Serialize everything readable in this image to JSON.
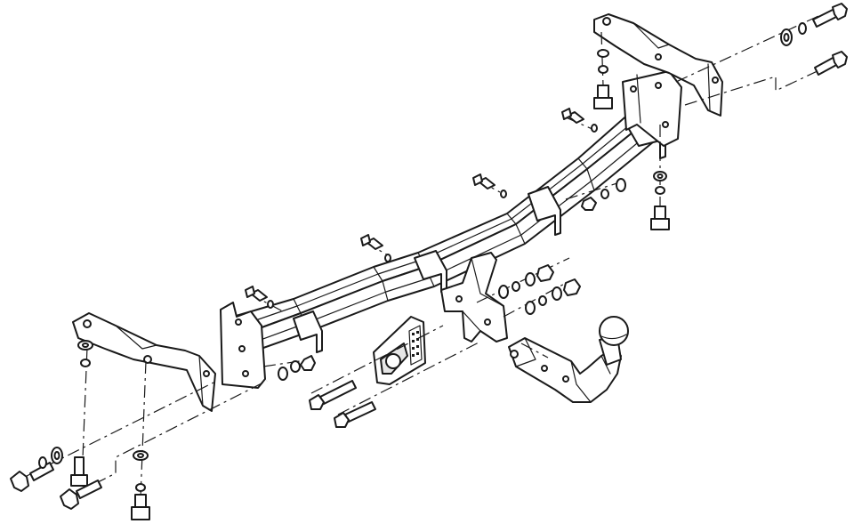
{
  "diagram": {
    "type": "exploded-assembly",
    "colors": {
      "line": "#1a1a1a",
      "background": "#ffffff",
      "shade": "#e6e6e6"
    },
    "parts": [
      "crossbar",
      "left-side-bracket",
      "right-side-bracket",
      "left-end-plate",
      "right-end-plate",
      "center-hanger-bracket",
      "socket-plate",
      "tow-ball-neck",
      "bolt",
      "nut",
      "washer",
      "spring-washer"
    ]
  }
}
